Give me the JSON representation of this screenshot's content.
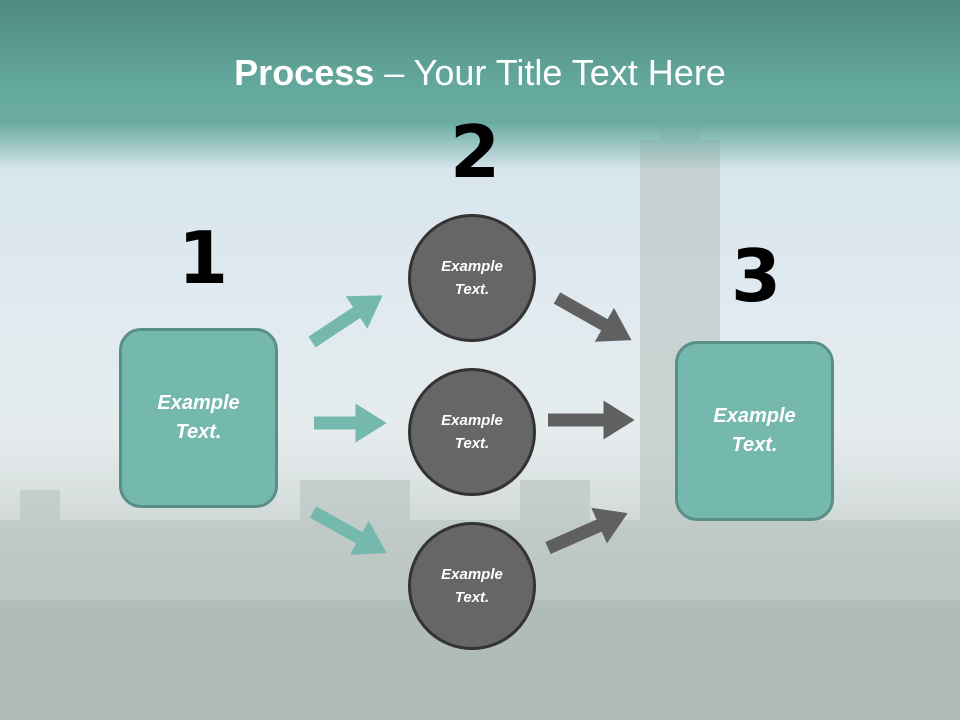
{
  "title": {
    "bold": "Process",
    "rest": " – Your Title Text Here"
  },
  "steps": [
    {
      "number": "1",
      "text": "Example Text."
    },
    {
      "number": "2",
      "items": [
        "Example Text.",
        "Example Text.",
        "Example Text."
      ]
    },
    {
      "number": "3",
      "text": "Example Text."
    }
  ],
  "colors": {
    "teal": "#75b8ae",
    "gray": "#666666",
    "header": "#64a89d"
  }
}
